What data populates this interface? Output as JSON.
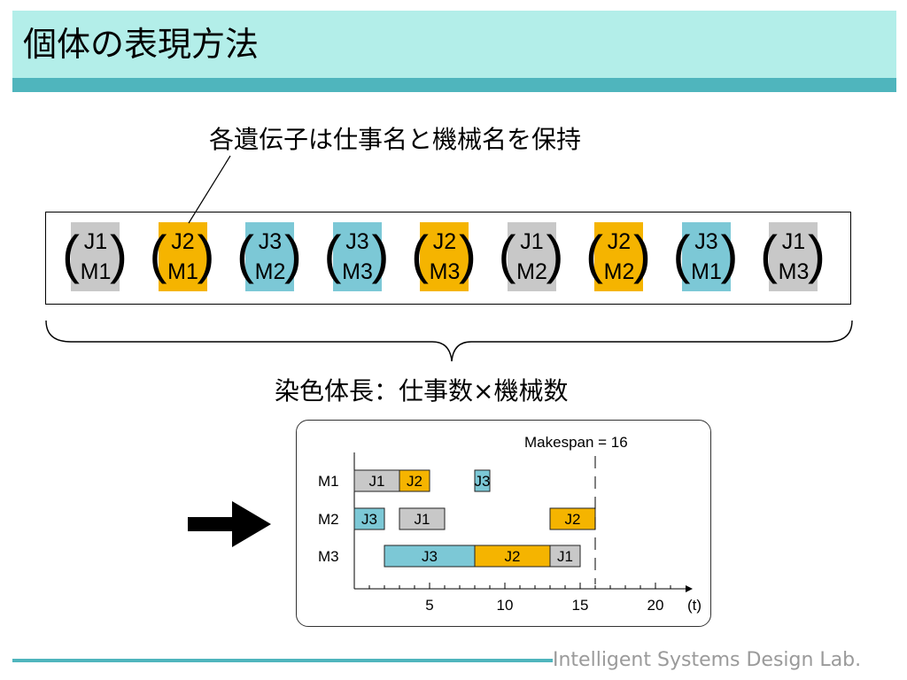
{
  "slide": {
    "title": "個体の表現方法",
    "gene_caption": "各遺伝子は仕事名と機械名を保持",
    "length_caption": "染色体長：仕事数×機械数",
    "footer": "Intelligent Systems Design Lab."
  },
  "colors": {
    "title_bg": "#b3eee9",
    "accent": "#4fb5bd",
    "J1": "#c8c8c8",
    "J2": "#f5b400",
    "J3": "#7cc8d6"
  },
  "chromosome": [
    {
      "job": "J1",
      "machine": "M1"
    },
    {
      "job": "J2",
      "machine": "M1"
    },
    {
      "job": "J3",
      "machine": "M2"
    },
    {
      "job": "J3",
      "machine": "M3"
    },
    {
      "job": "J2",
      "machine": "M3"
    },
    {
      "job": "J1",
      "machine": "M2"
    },
    {
      "job": "J2",
      "machine": "M2"
    },
    {
      "job": "J3",
      "machine": "M1"
    },
    {
      "job": "J1",
      "machine": "M3"
    }
  ],
  "icons": {
    "arrow": "right-arrow-icon",
    "brace": "curly-brace-icon"
  },
  "chart_data": {
    "type": "gantt",
    "makespan_label": "Makespan = 16",
    "makespan": 16,
    "machines": [
      "M1",
      "M2",
      "M3"
    ],
    "tasks": [
      {
        "machine": "M1",
        "job": "J1",
        "start": 0,
        "end": 3
      },
      {
        "machine": "M1",
        "job": "J2",
        "start": 3,
        "end": 5
      },
      {
        "machine": "M1",
        "job": "J3",
        "start": 8,
        "end": 9
      },
      {
        "machine": "M2",
        "job": "J3",
        "start": 0,
        "end": 2
      },
      {
        "machine": "M2",
        "job": "J1",
        "start": 3,
        "end": 6
      },
      {
        "machine": "M2",
        "job": "J2",
        "start": 13,
        "end": 16
      },
      {
        "machine": "M3",
        "job": "J3",
        "start": 2,
        "end": 8
      },
      {
        "machine": "M3",
        "job": "J2",
        "start": 8,
        "end": 13
      },
      {
        "machine": "M3",
        "job": "J1",
        "start": 13,
        "end": 15
      }
    ],
    "x_ticks": [
      5,
      10,
      15,
      20
    ],
    "xlim": [
      0,
      22
    ],
    "xlabel": "(t)"
  }
}
